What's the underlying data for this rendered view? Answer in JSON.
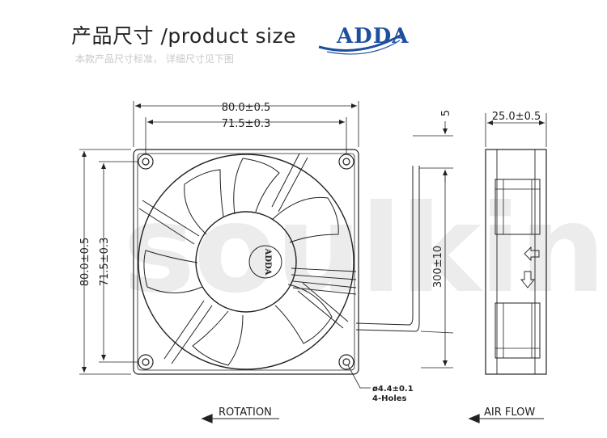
{
  "header": {
    "title_cn": "产品尺寸",
    "title_en": "/product size",
    "subtitle": "本款产品尺寸标准， 详细尺寸见下图",
    "brand": "ADDA"
  },
  "watermark": "soulking",
  "dimensions": {
    "front_width_outer": "80.0±0.5",
    "front_width_hole": "71.5±0.3",
    "front_height_outer": "80.0±0.5",
    "front_height_hole": "71.5±0.3",
    "cable_offset": "5",
    "cable_length": "300±10",
    "side_depth": "25.0±0.5",
    "hole_spec_1": "ø4.4±0.1",
    "hole_spec_2": "4-Holes"
  },
  "hub_label": "ADDA",
  "captions": {
    "rotation": "ROTATION",
    "air_flow": "AIR FLOW"
  },
  "colors": {
    "brand_blue": "#1e4f9e",
    "line": "#222222"
  }
}
